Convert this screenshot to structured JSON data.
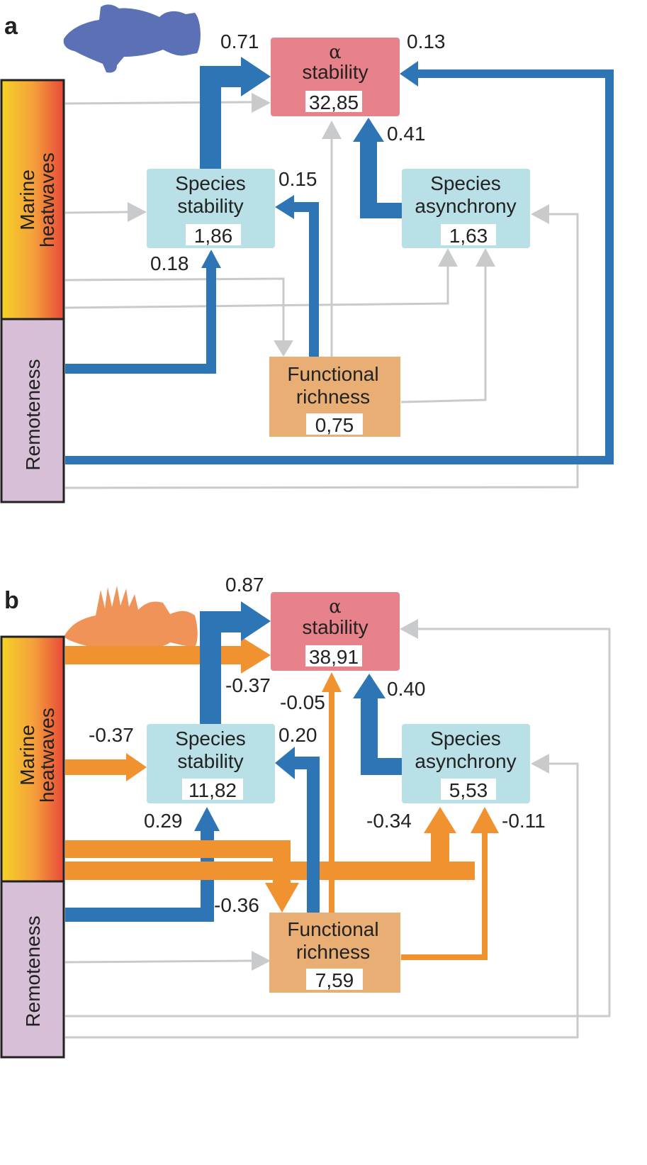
{
  "figure": {
    "colors": {
      "positive": "#2e75b6",
      "negative": "#f0922f",
      "nonsignificant": "#c8cacb",
      "alpha_node": "#e8828a",
      "species_node": "#b9dfe7",
      "functional_node": "#e8ae74",
      "remoteness": "#d6bfd7",
      "heatwave_gradient": [
        "#f5d327",
        "#f0922f",
        "#e84a3a"
      ],
      "fish_a": "#5b70b5",
      "fish_b": "#f09358"
    },
    "drivers": {
      "heatwaves": "Marine heatwaves",
      "heatwaves_line1": "Marine",
      "heatwaves_line2": "heatwaves",
      "remoteness": "Remoteness"
    },
    "node_labels": {
      "alpha_symbol": "α",
      "alpha_word": "stability",
      "species_stability_1": "Species",
      "species_stability_2": "stability",
      "species_asynchrony_1": "Species",
      "species_asynchrony_2": "asynchrony",
      "functional_richness_1": "Functional",
      "functional_richness_2": "richness"
    },
    "panels": [
      {
        "letter": "a",
        "fish_icon": "grouper-fish-silhouette",
        "node_values": {
          "alpha_stability": "32,85",
          "species_stability": "1,86",
          "species_asynchrony": "1,63",
          "functional_richness": "0,75"
        },
        "paths": [
          {
            "from": "Species stability",
            "to": "α stability",
            "sign": "positive",
            "coef": "0.71"
          },
          {
            "from": "Remoteness",
            "to": "α stability",
            "sign": "positive",
            "coef": "0.13"
          },
          {
            "from": "Species asynchrony",
            "to": "α stability",
            "sign": "positive",
            "coef": "0.41"
          },
          {
            "from": "Functional richness",
            "to": "Species stability",
            "sign": "positive",
            "coef": "0.15"
          },
          {
            "from": "Remoteness",
            "to": "Species stability",
            "sign": "positive",
            "coef": "0.18"
          },
          {
            "from": "Marine heatwaves",
            "to": "α stability",
            "sign": "nonsignificant",
            "coef": ""
          },
          {
            "from": "Marine heatwaves",
            "to": "Species stability",
            "sign": "nonsignificant",
            "coef": ""
          },
          {
            "from": "Marine heatwaves",
            "to": "Functional richness",
            "sign": "nonsignificant",
            "coef": ""
          },
          {
            "from": "Marine heatwaves",
            "to": "Species asynchrony",
            "sign": "nonsignificant",
            "coef": ""
          },
          {
            "from": "Functional richness",
            "to": "α stability",
            "sign": "nonsignificant",
            "coef": ""
          },
          {
            "from": "Functional richness",
            "to": "Species asynchrony",
            "sign": "nonsignificant",
            "coef": ""
          },
          {
            "from": "Remoteness",
            "to": "Species asynchrony",
            "sign": "nonsignificant",
            "coef": ""
          }
        ]
      },
      {
        "letter": "b",
        "fish_icon": "rockfish-silhouette",
        "node_values": {
          "alpha_stability": "38,91",
          "species_stability": "11,82",
          "species_asynchrony": "5,53",
          "functional_richness": "7,59"
        },
        "paths": [
          {
            "from": "Species stability",
            "to": "α stability",
            "sign": "positive",
            "coef": "0.87"
          },
          {
            "from": "Marine heatwaves",
            "to": "α stability",
            "sign": "negative",
            "coef": "-0.37"
          },
          {
            "from": "Functional richness",
            "to": "α stability",
            "sign": "negative",
            "coef": "-0.05"
          },
          {
            "from": "Species asynchrony",
            "to": "α stability",
            "sign": "positive",
            "coef": "0.40"
          },
          {
            "from": "Marine heatwaves",
            "to": "Species stability",
            "sign": "negative",
            "coef": "-0.37"
          },
          {
            "from": "Functional richness",
            "to": "Species stability",
            "sign": "positive",
            "coef": "0.20"
          },
          {
            "from": "Remoteness",
            "to": "Species stability",
            "sign": "positive",
            "coef": "0.29"
          },
          {
            "from": "Marine heatwaves",
            "to": "Functional richness",
            "sign": "negative",
            "coef": "-0.36"
          },
          {
            "from": "Marine heatwaves",
            "to": "Species asynchrony",
            "sign": "negative",
            "coef": "-0.34"
          },
          {
            "from": "Functional richness",
            "to": "Species asynchrony",
            "sign": "negative",
            "coef": "-0.11"
          },
          {
            "from": "Remoteness",
            "to": "α stability",
            "sign": "nonsignificant",
            "coef": ""
          },
          {
            "from": "Remoteness",
            "to": "Species asynchrony",
            "sign": "nonsignificant",
            "coef": ""
          },
          {
            "from": "Remoteness",
            "to": "Functional richness",
            "sign": "nonsignificant",
            "coef": ""
          }
        ]
      }
    ]
  }
}
